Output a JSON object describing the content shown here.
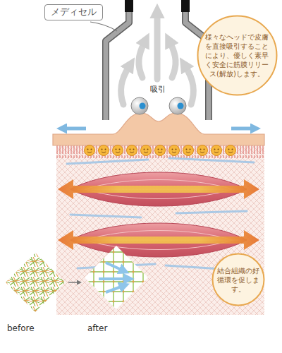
{
  "diagram": {
    "nodes": [
      {
        "text": [
          "メディセル"
        ]
      },
      {
        "text": [
          "様々なヘッドで皮膚を直接吸引することにより、優しく素早く安全に筋膜リリース(解放)します。"
        ]
      },
      {
        "text": [
          "結合組織の好循環を促します。"
        ]
      }
    ],
    "labels": [
      "吸引",
      "before",
      "after"
    ]
  }
}
